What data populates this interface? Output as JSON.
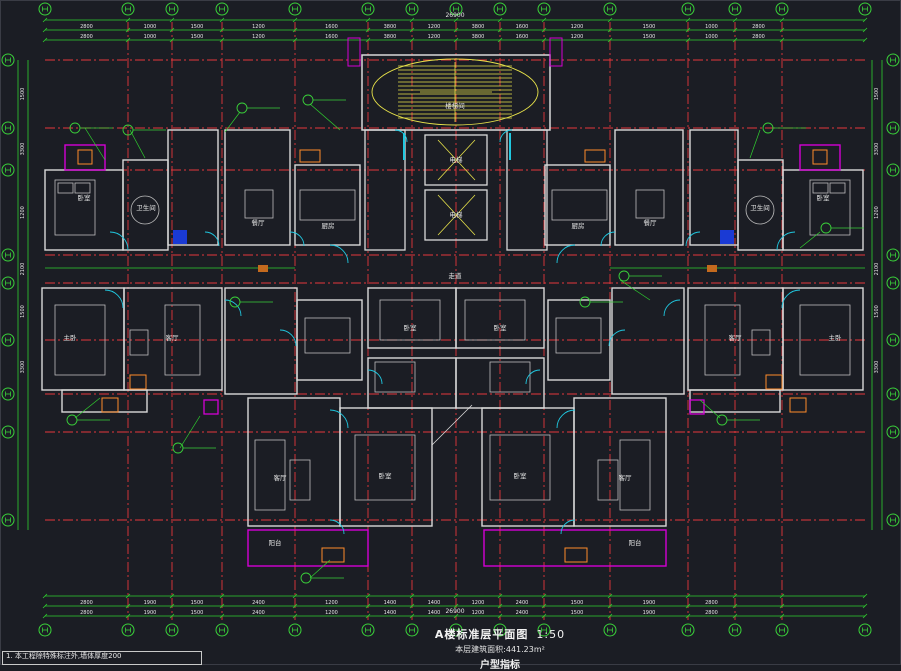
{
  "drawing": {
    "title": "A楼标准层平面图",
    "scale": "1:50",
    "area_note": "本层建筑面积:441.23m²",
    "subtitle": "户型指标",
    "notes": [
      "1. 本工程除特殊标注外,墙体厚度200"
    ],
    "overall_dimension": "26900",
    "top_dims": [
      "2800",
      "1000",
      "1500",
      "1200",
      "1600",
      "3800",
      "1200",
      "3800",
      "1600",
      "1200",
      "1500",
      "1000",
      "2800"
    ],
    "bottom_dims": [
      "2800",
      "1900",
      "1500",
      "2400",
      "1200",
      "1400",
      "1400",
      "1200",
      "2400",
      "1500",
      "1900",
      "2800"
    ],
    "side_dims": [
      "1500",
      "3300",
      "1200",
      "2100",
      "1500",
      "3300"
    ],
    "rooms": {
      "stair": "楼梯间",
      "elevator_1": "电梯",
      "elevator_2": "电梯",
      "corridor": "走道",
      "bedroom_ul": "卧室",
      "bedroom_ur": "卧室",
      "bath_ul": "卫生间",
      "bath_ur": "卫生间",
      "dining_ul": "餐厅",
      "dining_ur": "餐厅",
      "kitchen_ul": "厨房",
      "kitchen_ur": "厨房",
      "living_ml": "客厅",
      "living_mr": "客厅",
      "master_l": "主卧",
      "master_r": "主卧",
      "bed_cl": "卧室",
      "bed_cr": "卧室",
      "living_ll": "客厅",
      "living_lr": "客厅",
      "bed_ll": "卧室",
      "bed_lr": "卧室",
      "balcony_ll": "阳台",
      "balcony_lr": "阳台"
    },
    "colors": {
      "wall": "#d9d9d9",
      "axis": "#e5383b",
      "dimension": "#2fd12f",
      "bubble": "#3ad13a",
      "door": "#20c8e0",
      "accent": "#d400d4",
      "stair": "#e8e34a",
      "furniture": "#bdbdbd",
      "orange": "#ff8a2a"
    }
  }
}
